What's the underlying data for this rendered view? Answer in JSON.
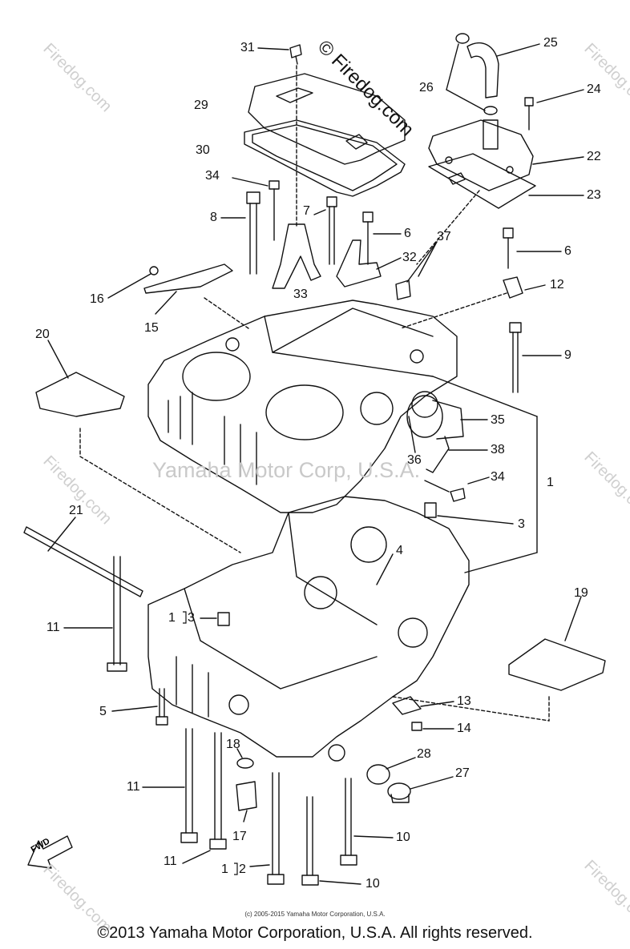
{
  "callouts": [
    {
      "id": "31",
      "label": "31"
    },
    {
      "id": "25",
      "label": "25"
    },
    {
      "id": "26",
      "label": "26"
    },
    {
      "id": "24",
      "label": "24"
    },
    {
      "id": "29",
      "label": "29"
    },
    {
      "id": "22",
      "label": "22"
    },
    {
      "id": "30",
      "label": "30"
    },
    {
      "id": "23",
      "label": "23"
    },
    {
      "id": "34a",
      "label": "34"
    },
    {
      "id": "8",
      "label": "8"
    },
    {
      "id": "7",
      "label": "7"
    },
    {
      "id": "6a",
      "label": "6"
    },
    {
      "id": "37",
      "label": "37"
    },
    {
      "id": "32",
      "label": "32"
    },
    {
      "id": "6b",
      "label": "6"
    },
    {
      "id": "16",
      "label": "16"
    },
    {
      "id": "33",
      "label": "33"
    },
    {
      "id": "12",
      "label": "12"
    },
    {
      "id": "15",
      "label": "15"
    },
    {
      "id": "20",
      "label": "20"
    },
    {
      "id": "9",
      "label": "9"
    },
    {
      "id": "35",
      "label": "35"
    },
    {
      "id": "38",
      "label": "38"
    },
    {
      "id": "36",
      "label": "36"
    },
    {
      "id": "34b",
      "label": "34"
    },
    {
      "id": "1",
      "label": "1"
    },
    {
      "id": "21",
      "label": "21"
    },
    {
      "id": "3a",
      "label": "3"
    },
    {
      "id": "4",
      "label": "4"
    },
    {
      "id": "11a",
      "label": "11"
    },
    {
      "id": "13",
      "label": "13"
    },
    {
      "id": "19",
      "label": "19"
    },
    {
      "id": "5",
      "label": "5"
    },
    {
      "id": "14",
      "label": "14"
    },
    {
      "id": "18",
      "label": "18"
    },
    {
      "id": "28",
      "label": "28"
    },
    {
      "id": "27",
      "label": "27"
    },
    {
      "id": "11b",
      "label": "11"
    },
    {
      "id": "17",
      "label": "17"
    },
    {
      "id": "10a",
      "label": "10"
    },
    {
      "id": "11c",
      "label": "11"
    },
    {
      "id": "10b",
      "label": "10"
    }
  ],
  "compound_labels": {
    "i3": {
      "prefix": "1",
      "suffix": "3"
    },
    "i2": {
      "prefix": "1",
      "suffix": "2"
    }
  },
  "watermarks": {
    "site": "Firedog.com",
    "main": "© Firedog.com",
    "center": "Yamaha Motor Corp, U.S.A."
  },
  "fwd_label": "FWD",
  "footer": {
    "small": "(c) 2005-2015 Yamaha Motor Corporation, U.S.A.",
    "main": "©2013 Yamaha Motor Corporation, U.S.A. All rights reserved."
  }
}
